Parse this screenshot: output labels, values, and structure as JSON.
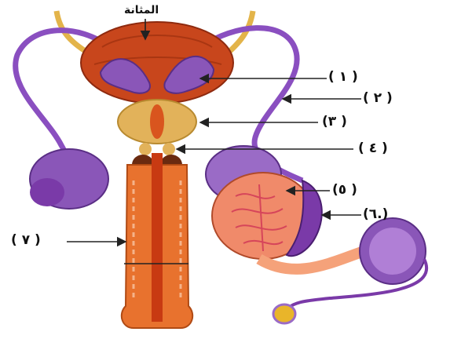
{
  "title": "المثانة",
  "labels": [
    {
      "id": "l1",
      "text": "( ١ )"
    },
    {
      "id": "l2",
      "text": "( ٢ )"
    },
    {
      "id": "l3",
      "text": "(٣ )"
    },
    {
      "id": "l4",
      "text": "( ٤ )"
    },
    {
      "id": "l5",
      "text": "(٥ )"
    },
    {
      "id": "l6",
      "text": "(٦.)"
    },
    {
      "id": "l7",
      "text": "( ٧ )"
    }
  ],
  "colors": {
    "bladder": "#c8461c",
    "bladder_dark": "#8e2a0f",
    "seminal_vesicle": "#8a56b8",
    "prostate": "#e2b25a",
    "vas_deferens": "#8a4fc0",
    "penis": "#e8722e",
    "urethra": "#c83a12",
    "testis": "#f08a6a",
    "epididymis": "#7a3aa8",
    "ureter": "#e3b44a"
  }
}
